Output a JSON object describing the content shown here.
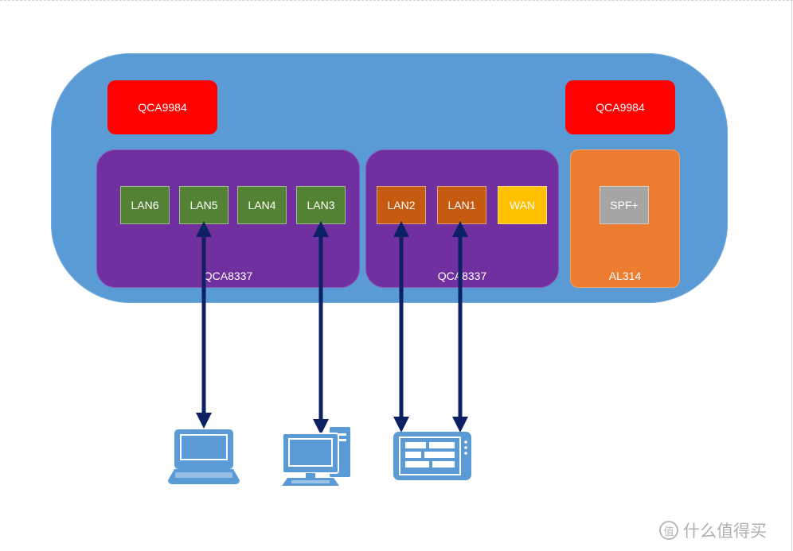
{
  "colors": {
    "board": "#5b9bd5",
    "wifi_chip": "#ff0000",
    "switch_chip": "#7030a0",
    "sfp_chip": "#ed7d31",
    "port_green": "#548235",
    "port_orange": "#c55a11",
    "port_yellow": "#ffc000",
    "port_gray": "#a5a5a5",
    "arrow": "#0b2163",
    "device": "#5b9bd5"
  },
  "wifi_chips": {
    "left": "QCA9984",
    "right": "QCA9984"
  },
  "switches": {
    "left": {
      "label": "QCA8337",
      "ports": [
        "LAN6",
        "LAN5",
        "LAN4",
        "LAN3"
      ]
    },
    "right": {
      "label": "QCA8337",
      "ports": [
        "LAN2",
        "LAN1",
        "WAN"
      ]
    }
  },
  "sfp_block": {
    "label": "AL314",
    "port": "SPF+"
  },
  "connections": [
    {
      "port": "LAN5",
      "device": "laptop-icon"
    },
    {
      "port": "LAN3",
      "device": "desktop-computer-icon"
    },
    {
      "port": "LAN2",
      "device": "tablet-icon"
    },
    {
      "port": "LAN1",
      "device": "tablet-icon"
    }
  ],
  "devices": [
    "laptop-icon",
    "desktop-computer-icon",
    "tablet-icon"
  ],
  "watermark": {
    "logo_glyph": "值",
    "text": "什么值得买"
  }
}
